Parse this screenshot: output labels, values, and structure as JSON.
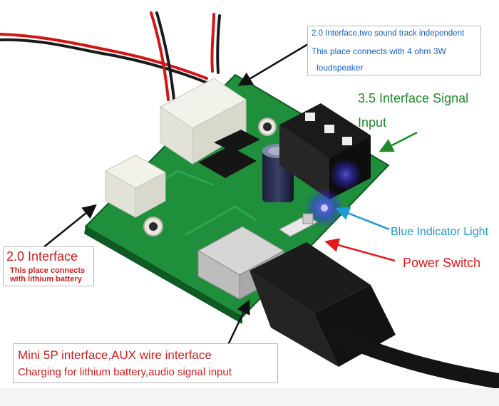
{
  "callouts": {
    "top_interface": {
      "line1": "2.0 Interface,two sound track independent",
      "line2": "This place connects with 4 ohm 3W",
      "line3": "loudspeaker"
    },
    "signal_input": {
      "line1": "3.5 Interface Signal",
      "line2": "Input"
    },
    "blue_indicator": "Blue Indicator Light",
    "power_switch": "Power Switch",
    "left_interface": {
      "title": "2.0 Interface",
      "line1": "This place connects",
      "line2": "with lithium battery"
    },
    "mini_usb": {
      "line1": "Mini 5P interface,AUX wire interface",
      "line2": "Charging for lithium battery,audio signal input"
    }
  },
  "colors": {
    "pcb": "#1f8f3c",
    "arrow_black": "#111111",
    "arrow_green": "#1f8a2b",
    "arrow_blue": "#1b9ad6",
    "arrow_red": "#e21a1a"
  }
}
